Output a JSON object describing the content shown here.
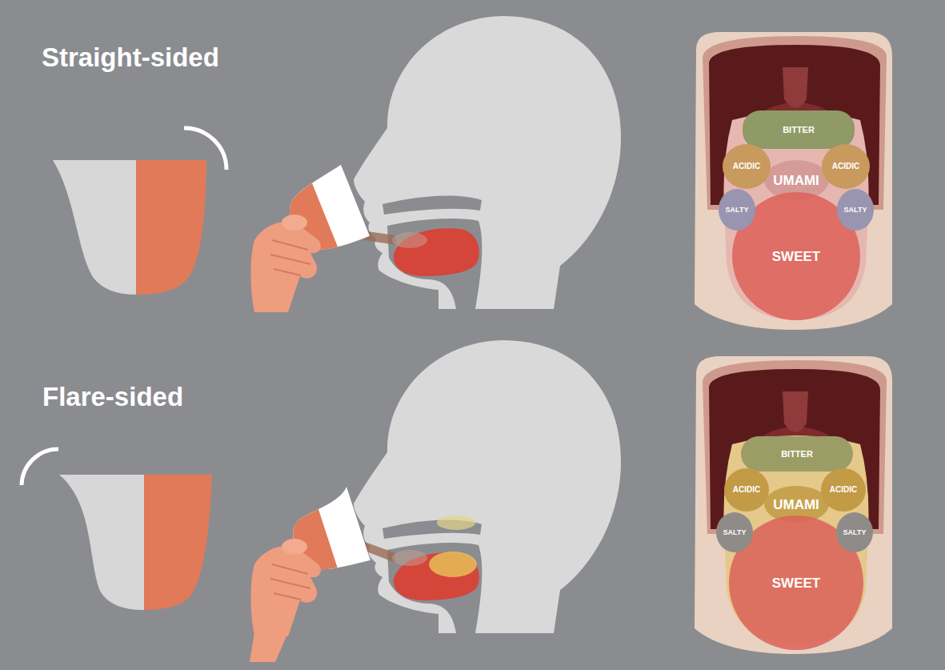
{
  "diagram": {
    "nodes": [
      {
        "text": [
          "BITTER"
        ]
      },
      {
        "text": [
          "ACIDIC"
        ]
      },
      {
        "text": [
          "UMAMI"
        ]
      },
      {
        "text": [
          "ACIDIC"
        ]
      },
      {
        "text": [
          "SALTY"
        ]
      },
      {
        "text": [
          "SALTY"
        ]
      },
      {
        "text": [
          "SWEET"
        ]
      },
      {
        "text": [
          "BITTER"
        ]
      },
      {
        "text": [
          "ACIDIC"
        ]
      },
      {
        "text": [
          "UMAMI"
        ]
      },
      {
        "text": [
          "ACIDIC"
        ]
      },
      {
        "text": [
          "SALTY"
        ]
      },
      {
        "text": [
          "SALTY"
        ]
      },
      {
        "text": [
          "SWEET"
        ]
      }
    ],
    "labels": [
      "Straight-sided",
      "Flare-sided"
    ]
  }
}
